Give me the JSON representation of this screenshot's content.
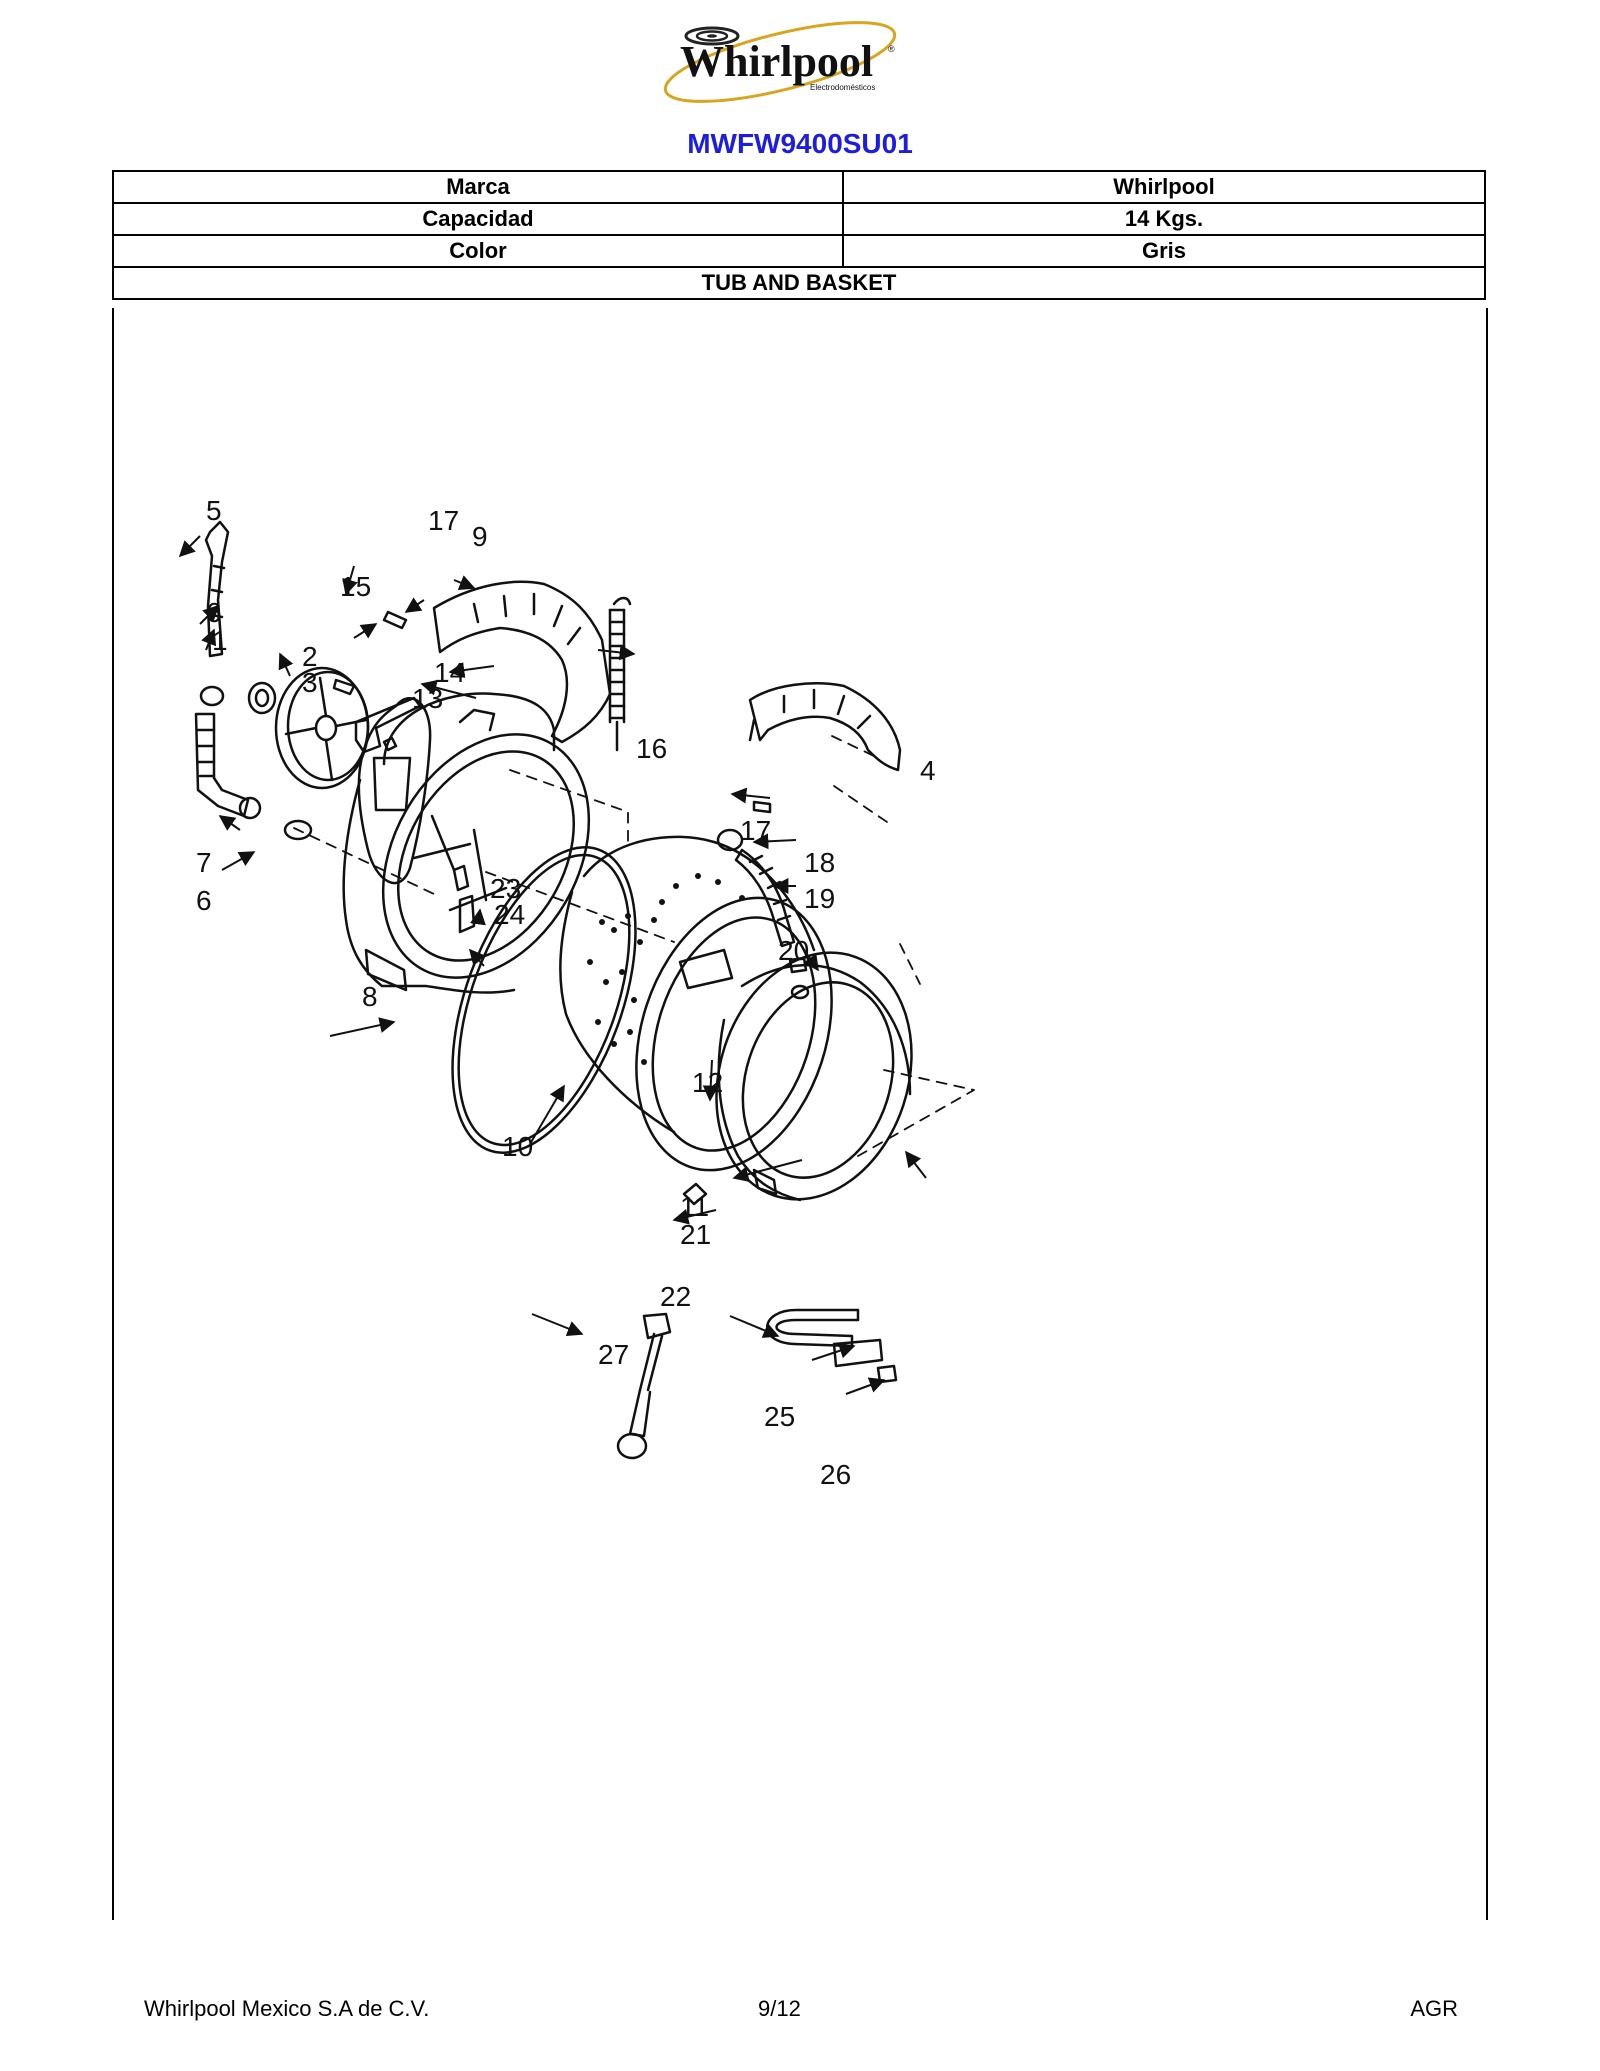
{
  "header": {
    "logo": {
      "wordmark": "Whirlpool",
      "subtext": "Electrodomésticos",
      "icon": "whirlpool-swirl-logo"
    },
    "model": "MWFW9400SU01"
  },
  "specs": [
    {
      "label": "Marca",
      "value": "Whirlpool"
    },
    {
      "label": "Capacidad",
      "value": "14 Kgs."
    },
    {
      "label": "Color",
      "value": "Gris"
    }
  ],
  "section_title": "TUB AND BASKET",
  "diagram": {
    "callouts": [
      "5",
      "6",
      "1",
      "2",
      "3",
      "15",
      "17",
      "9",
      "14",
      "13",
      "16",
      "7",
      "6",
      "23",
      "24",
      "8",
      "10",
      "12",
      "11",
      "21",
      "4",
      "17",
      "18",
      "19",
      "20",
      "22",
      "27",
      "25",
      "26"
    ]
  },
  "footer": {
    "company": "Whirlpool Mexico S.A de C.V.",
    "page": "9/12",
    "code": "AGR"
  }
}
